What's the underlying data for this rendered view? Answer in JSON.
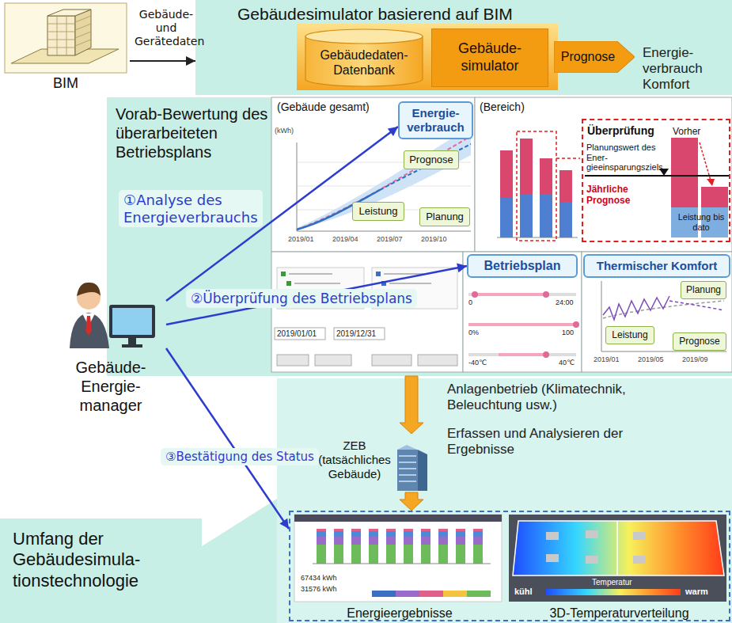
{
  "diagram": {
    "nodes": [
      {
        "text": [
          "BIM"
        ]
      },
      {
        "text": [
          "Gebäudesimulator basierend auf BIM"
        ]
      },
      {
        "text": [
          "Gebäudedaten- Datenbank"
        ],
        "in": 1
      },
      {
        "text": [
          "Gebäude- simulator"
        ],
        "in": 1
      },
      {
        "text": [
          "Prognose"
        ],
        "in": 1
      },
      {
        "text": [
          "Vorab-Bewertung des überarbeiteten Betriebsplans"
        ]
      },
      {
        "text": [
          "(Gebäude gesamt)"
        ],
        "in": 5
      },
      {
        "text": [
          "Energie- verbrauch"
        ],
        "in": 6
      },
      {
        "text": [
          "Prognose"
        ],
        "in": 6
      },
      {
        "text": [
          "Leistung"
        ],
        "in": 6
      },
      {
        "text": [
          "Planung"
        ],
        "in": 6
      },
      {
        "text": [
          "(Bereich)"
        ],
        "in": 5
      },
      {
        "text": [
          "Überprüfung",
          "Vorher",
          "Planungswert des Ener- gieeinsparungsziels",
          "Jährliche Prognose",
          "Leistung bis dato"
        ],
        "in": 11
      },
      {
        "text": [
          "Betriebsplan"
        ],
        "in": 5
      },
      {
        "text": [
          "Thermischer Komfort"
        ],
        "in": 5
      },
      {
        "text": [
          "Planung"
        ],
        "in": 5
      },
      {
        "text": [
          "Leistung"
        ],
        "in": 5
      },
      {
        "text": [
          "Prognose"
        ],
        "in": 5
      },
      {
        "text": [
          "Gebäude- Energie- manager"
        ]
      },
      {
        "text": [
          "ZEB (tatsächliches Gebäude)"
        ]
      },
      {
        "text": [
          "Energieergebnisse",
          "3D-Temperaturverteilung"
        ]
      },
      {
        "text": [
          "Umfang der Gebäudesimula- tionstechnologie"
        ]
      }
    ],
    "edges": [
      {
        "from": 0,
        "to": 1,
        "label": "Gebäude- und Gerätedaten",
        "arrow": "to"
      },
      {
        "from": 18,
        "to": 7,
        "label": "①Analyse des Energieverbrauchs",
        "arrow": "to"
      },
      {
        "from": 18,
        "to": 13,
        "label": "②Überprüfung des Betriebsplans",
        "arrow": "to"
      },
      {
        "from": 18,
        "to": 20,
        "label": "③Bestätigung des Status",
        "arrow": "to"
      },
      {
        "from": 5,
        "to": 19,
        "arrow": "to"
      },
      {
        "from": 19,
        "to": 20,
        "arrow": "to"
      }
    ],
    "labels": [
      "Energie- verbrauch",
      "Komfort",
      "(kWh)",
      "2019/01",
      "2019/04",
      "2019/07",
      "2019/10",
      "2019/01/01",
      "2019/12/31",
      "0",
      "24:00",
      "0%",
      "100",
      "-40℃",
      "40℃",
      "2019/01",
      "2019/05",
      "2019/09",
      "Anlagenbetrieb (Klimatechnik, Beleuchtung usw.)",
      "Erfassen und Analysieren der Ergebnisse",
      "67434 kWh",
      "31576 kWh",
      "kühl",
      "Temperatur",
      "warm"
    ]
  }
}
